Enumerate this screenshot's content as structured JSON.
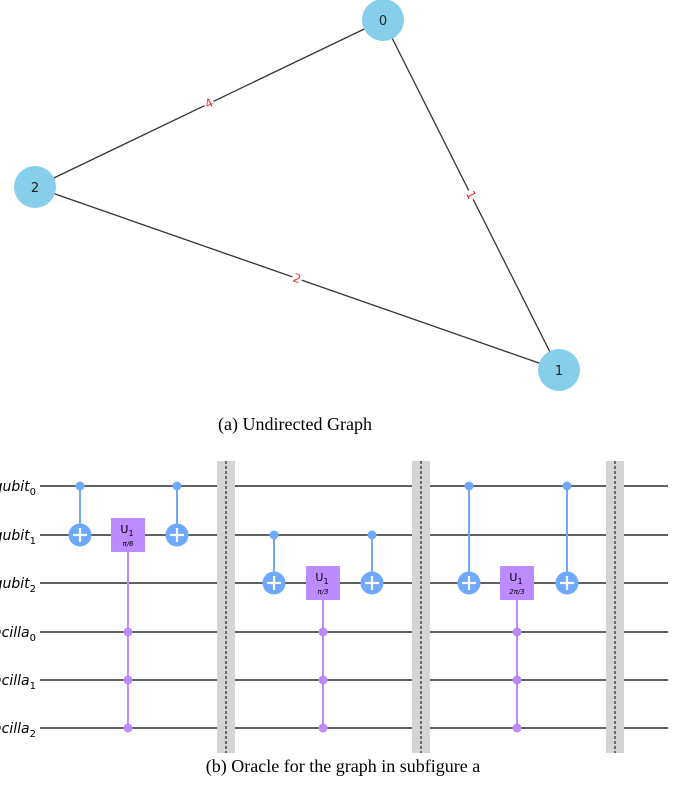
{
  "graph": {
    "caption": "(a) Undirected Graph",
    "nodes": [
      {
        "id": "0",
        "label": "0"
      },
      {
        "id": "1",
        "label": "1"
      },
      {
        "id": "2",
        "label": "2"
      }
    ],
    "edges": [
      {
        "from": "2",
        "to": "0",
        "weight": "4"
      },
      {
        "from": "0",
        "to": "1",
        "weight": "1"
      },
      {
        "from": "2",
        "to": "1",
        "weight": "2"
      }
    ],
    "node_color": "#87ceeb",
    "edge_label_color": "#e8312f"
  },
  "circuit": {
    "caption": "(b) Oracle for the graph in subfigure a",
    "wires": [
      {
        "name": "qubit",
        "sub": "0"
      },
      {
        "name": "qubit",
        "sub": "1"
      },
      {
        "name": "qubit",
        "sub": "2"
      },
      {
        "name": "ancilla",
        "sub": "0"
      },
      {
        "name": "ancilla",
        "sub": "1"
      },
      {
        "name": "ancilla",
        "sub": "2"
      }
    ],
    "gates": [
      {
        "type": "cnot",
        "control": 0,
        "target": 1
      },
      {
        "type": "u1",
        "label": "U",
        "sub": "1",
        "param": "π/6",
        "target": 1,
        "controls": [
          3,
          4,
          5
        ]
      },
      {
        "type": "cnot",
        "control": 0,
        "target": 1
      },
      {
        "type": "barrier"
      },
      {
        "type": "cnot",
        "control": 1,
        "target": 2
      },
      {
        "type": "u1",
        "label": "U",
        "sub": "1",
        "param": "π/3",
        "target": 2,
        "controls": [
          3,
          4,
          5
        ]
      },
      {
        "type": "cnot",
        "control": 1,
        "target": 2
      },
      {
        "type": "barrier"
      },
      {
        "type": "cnot",
        "control": 0,
        "target": 2
      },
      {
        "type": "u1",
        "label": "U",
        "sub": "1",
        "param": "2π/3",
        "target": 2,
        "controls": [
          3,
          4,
          5
        ]
      },
      {
        "type": "cnot",
        "control": 0,
        "target": 2
      },
      {
        "type": "barrier"
      }
    ],
    "colors": {
      "cnot": "#6fa8ff",
      "u1": "#bb8bff",
      "barrier": "#d4d4d4"
    }
  }
}
